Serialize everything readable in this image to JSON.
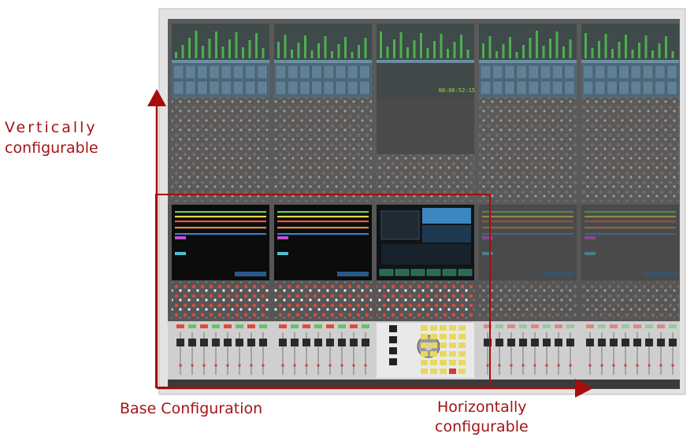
{
  "labels": {
    "vertical_line1": "Vertically",
    "vertical_line2": "configurable",
    "base": "Base Configuration",
    "horizontal_line1": "Horizontally",
    "horizontal_line2": "configurable"
  },
  "console": {
    "timecode": "00:06:52:15",
    "module_count": 5,
    "centre_module_index": 2,
    "faders_per_module": 8
  },
  "colors": {
    "arrow": "#a50d0d",
    "meter": "#4caf50",
    "screen_blue": "#2b6a9c"
  }
}
